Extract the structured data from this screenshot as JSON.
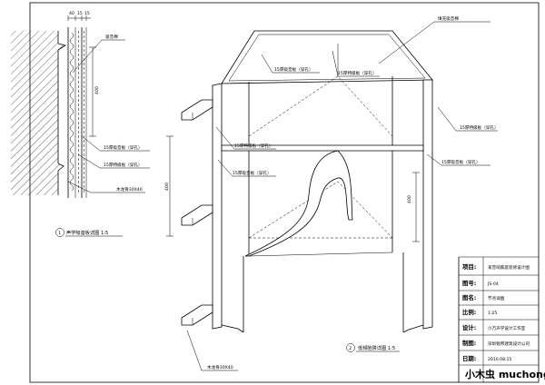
{
  "detail1": {
    "dims": [
      "40",
      "15",
      "15"
    ],
    "dim_height": "400",
    "labels": {
      "absorb_cotton": "吸音棉",
      "perforated_top": "15厚吸音板（穿孔）",
      "special_board": "15厚特级板（穿孔）",
      "wood_keel": "木龙骨30X40"
    },
    "title_no": "1",
    "title": "声学吸音板详图  1:5"
  },
  "detail2": {
    "labels": {
      "fill_cotton": "填充吸音棉",
      "board_top_left": "15厚吸音板（穿孔）",
      "special_top": "15厚特级板（穿孔）",
      "special_right": "15厚特级板（穿孔）",
      "special_mid_left": "15厚特级板（穿孔）",
      "board_mid_left": "15厚吸音板（穿孔）",
      "board_right": "15厚吸音板（穿孔）",
      "wood_keel": "木龙骨30X40"
    },
    "dim_left": "400",
    "dim_right": "400",
    "title_no": "2",
    "title": "低频陷阱详图  1:5"
  },
  "title_block": {
    "rows": [
      {
        "key": "项目:",
        "value": "某音响家庭装修设计图"
      },
      {
        "key": "图号:",
        "value": "JS-04"
      },
      {
        "key": "图名:",
        "value": "节点详图"
      },
      {
        "key": "比例:",
        "value": "1:25"
      },
      {
        "key": "设计:",
        "value": "小万声学设计工作室"
      },
      {
        "key": "制图:",
        "value": "深圳锐邦建筑设计公司"
      },
      {
        "key": "日期:",
        "value": "2010.08.15"
      }
    ]
  },
  "watermark": "小木虫 muchong.com"
}
